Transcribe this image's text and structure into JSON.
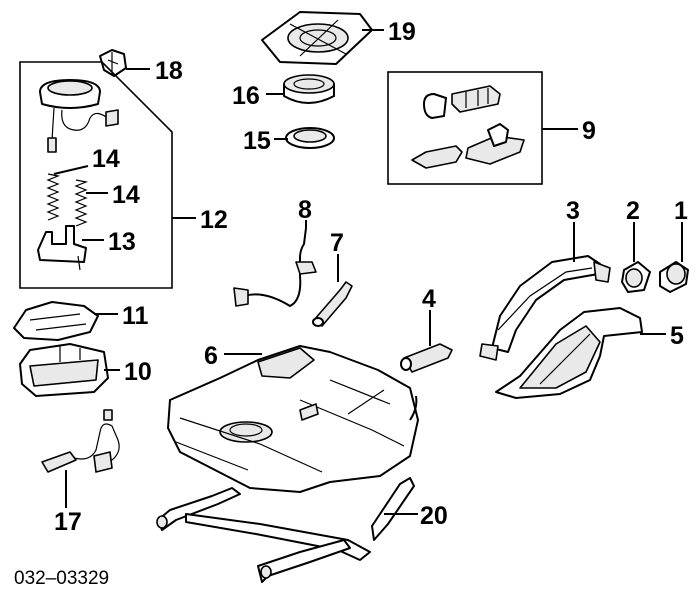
{
  "callouts": {
    "c1": "1",
    "c2": "2",
    "c3": "3",
    "c4": "4",
    "c5": "5",
    "c6": "6",
    "c7": "7",
    "c8": "8",
    "c9": "9",
    "c10": "10",
    "c11": "11",
    "c12": "12",
    "c13": "13",
    "c14a": "14",
    "c14b": "14",
    "c15": "15",
    "c16": "16",
    "c17": "17",
    "c18": "18",
    "c19": "19",
    "c20": "20"
  },
  "diagram_code": "032–03329"
}
